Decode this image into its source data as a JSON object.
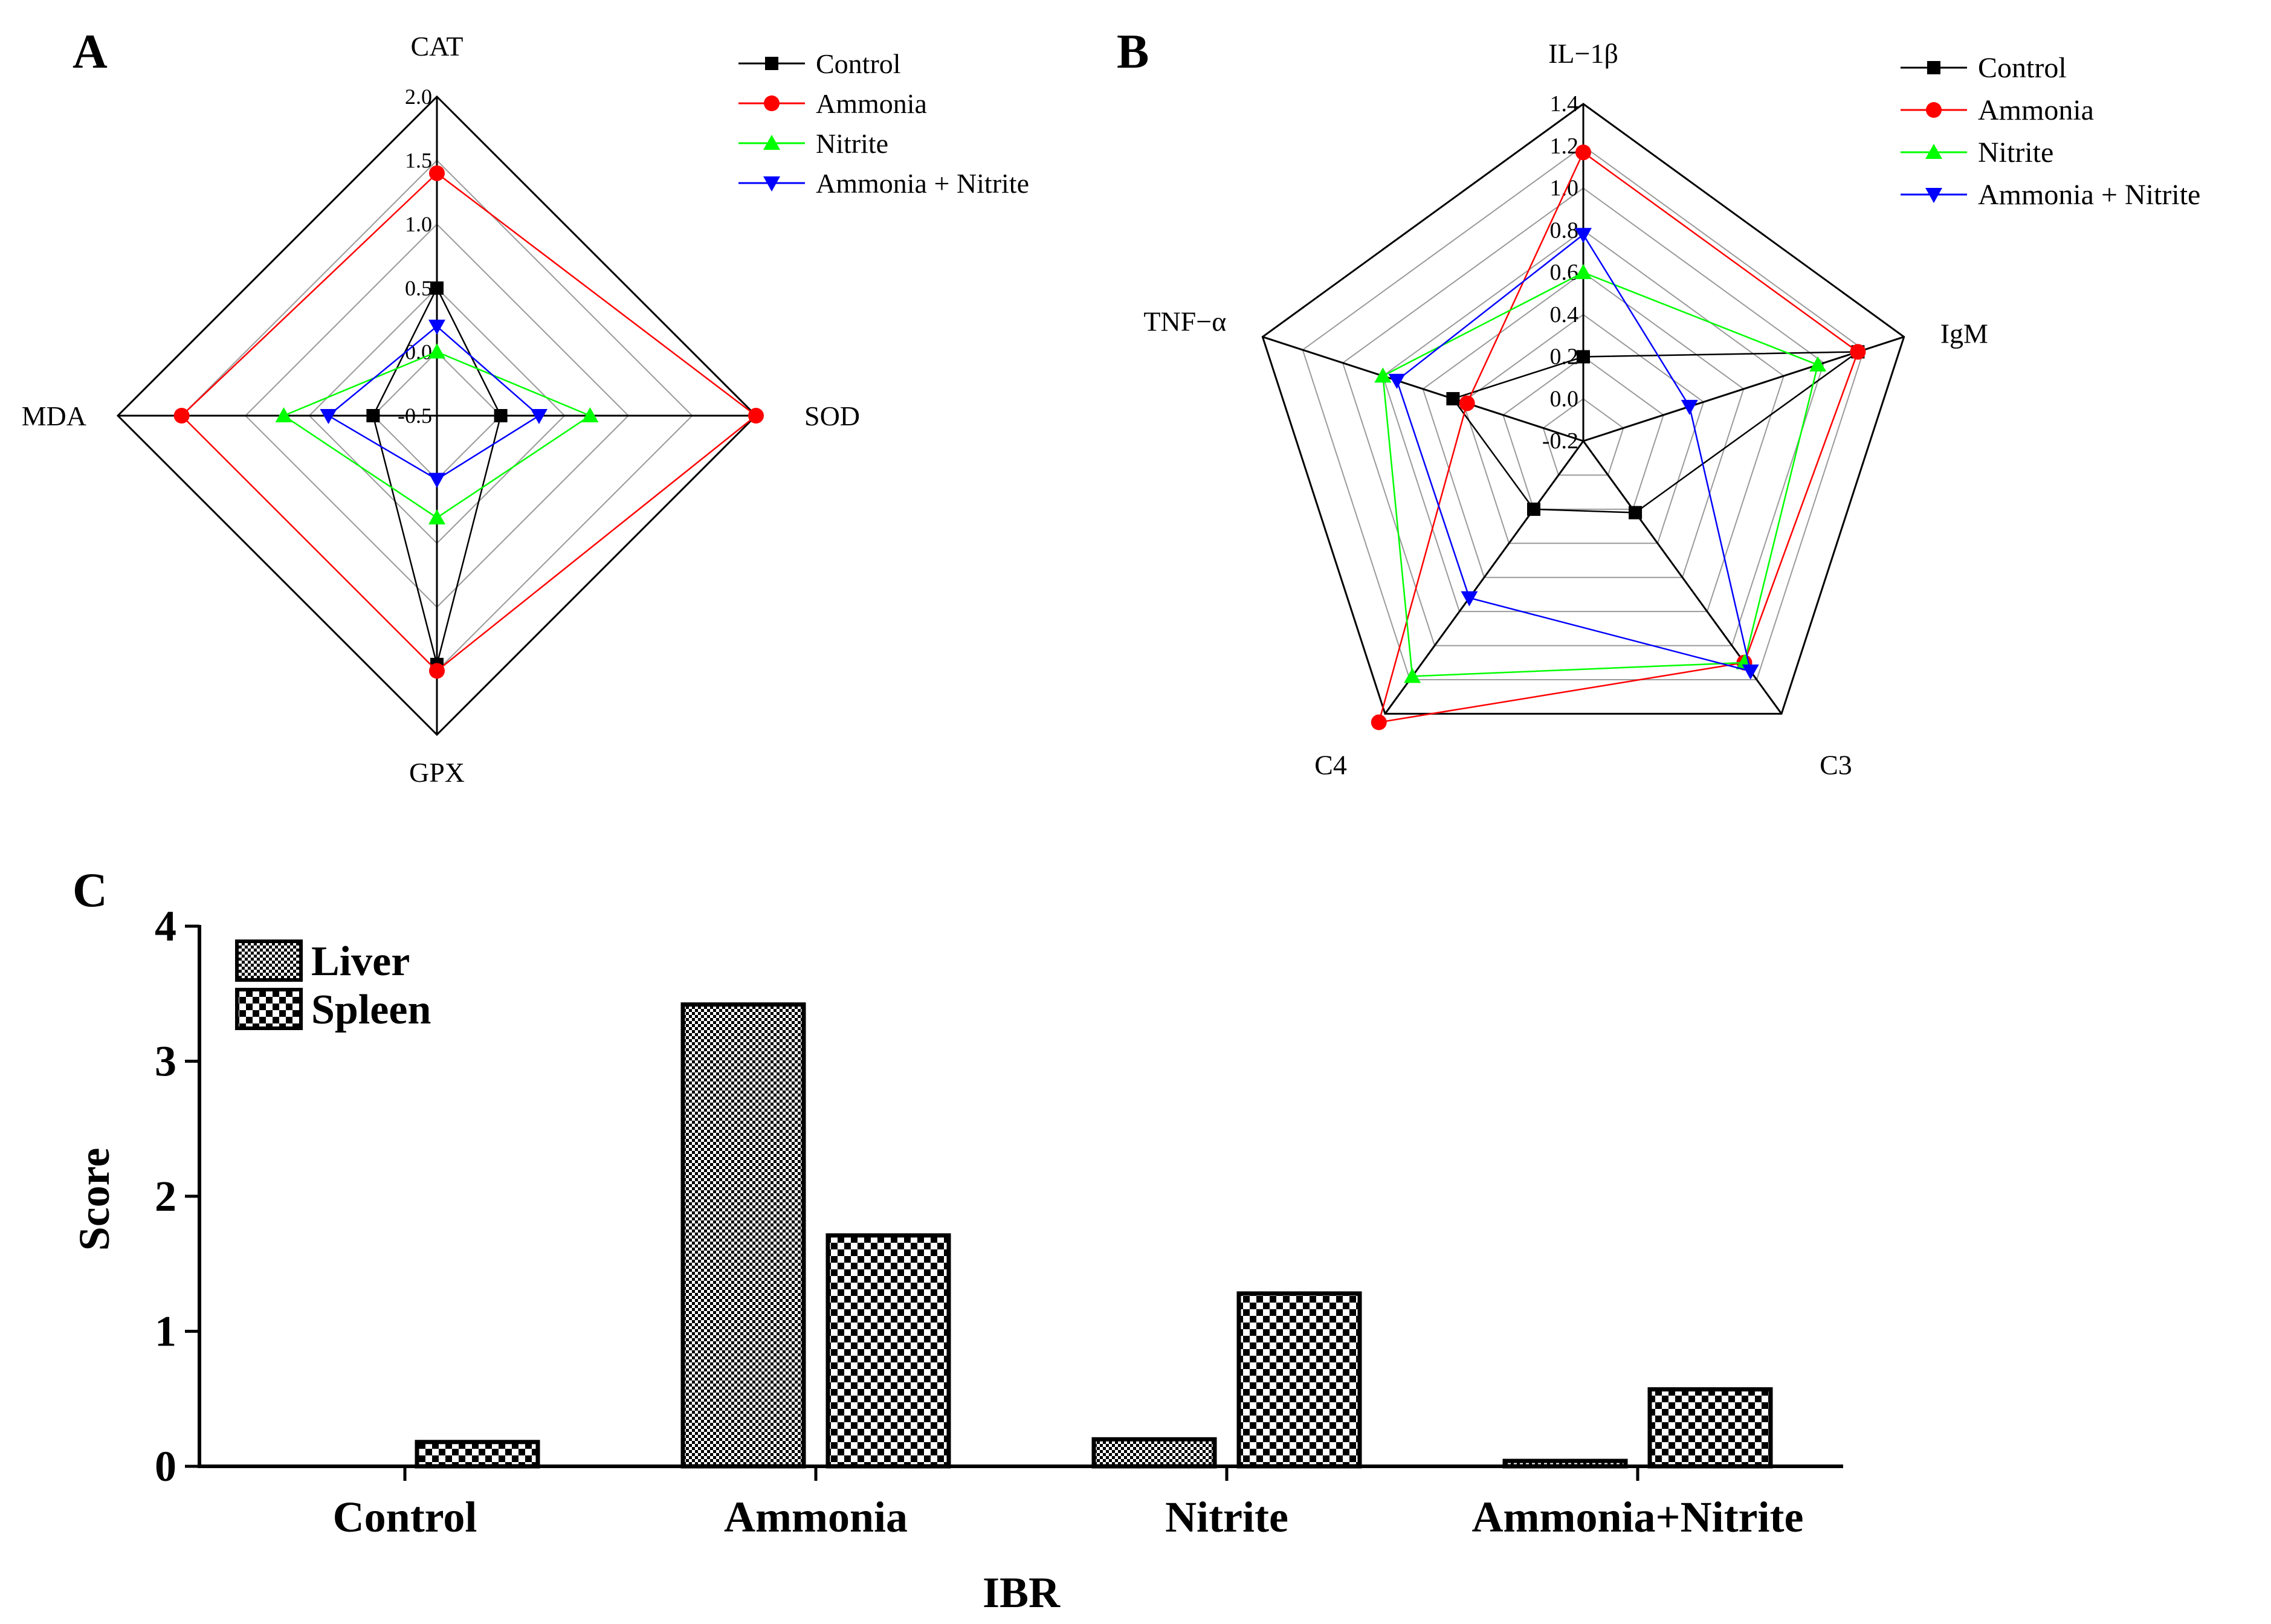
{
  "colors": {
    "Control": "#000000",
    "Ammonia": "#ff0000",
    "Nitrite": "#00ff00",
    "Ammonia + Nitrite": "#0000ff",
    "grid": "#9a9a9a",
    "axis": "#000000"
  },
  "chart_data": [
    {
      "panel": "A",
      "type": "radar",
      "axes": [
        "CAT",
        "SOD",
        "GPX",
        "MDA"
      ],
      "rlim": [
        -0.5,
        2.0
      ],
      "ticks": [
        "2.0",
        "1.5",
        "1.0",
        "0.5",
        "0.0",
        "-0.5"
      ],
      "tick_values": [
        2.0,
        1.5,
        1.0,
        0.5,
        0.0,
        -0.5
      ],
      "grid": true,
      "legend_position": "top-right",
      "series": [
        {
          "name": "Control",
          "marker": "square",
          "values": [
            0.5,
            0.0,
            1.45,
            0.0
          ]
        },
        {
          "name": "Ammonia",
          "marker": "circle",
          "values": [
            1.4,
            2.0,
            1.5,
            1.5
          ]
        },
        {
          "name": "Nitrite",
          "marker": "triangle-up",
          "values": [
            0.0,
            0.7,
            0.3,
            0.7
          ]
        },
        {
          "name": "Ammonia + Nitrite",
          "marker": "triangle-down",
          "values": [
            0.2,
            0.3,
            0.0,
            0.35
          ]
        }
      ]
    },
    {
      "panel": "B",
      "type": "radar",
      "axes": [
        "IL−1β",
        "IgM",
        "C3",
        "C4",
        "TNF−α"
      ],
      "rlim": [
        -0.2,
        1.4
      ],
      "ticks": [
        "1.4",
        "1.2",
        "1.0",
        "0.8",
        "0.6",
        "0.4",
        "0.2",
        "0.0",
        "-0.2"
      ],
      "tick_values": [
        1.4,
        1.2,
        1.0,
        0.8,
        0.6,
        0.4,
        0.2,
        0.0,
        -0.2
      ],
      "grid": true,
      "legend_position": "top-right",
      "series": [
        {
          "name": "Control",
          "marker": "square",
          "values": [
            0.2,
            1.17,
            0.22,
            0.2,
            0.45
          ]
        },
        {
          "name": "Ammonia",
          "marker": "circle",
          "values": [
            1.17,
            1.17,
            1.1,
            1.45,
            0.38
          ]
        },
        {
          "name": "Nitrite",
          "marker": "triangle-up",
          "values": [
            0.6,
            0.97,
            1.1,
            1.18,
            0.8
          ]
        },
        {
          "name": "Ammonia + Nitrite",
          "marker": "triangle-down",
          "values": [
            0.78,
            0.33,
            1.15,
            0.72,
            0.73
          ]
        }
      ]
    },
    {
      "panel": "C",
      "type": "bar",
      "categories": [
        "Control",
        "Ammonia",
        "Nitrite",
        "Ammonia+Nitrite"
      ],
      "series": [
        {
          "name": "Liver",
          "pattern": "fine-checker",
          "values": [
            0.0,
            3.42,
            0.2,
            0.04
          ]
        },
        {
          "name": "Spleen",
          "pattern": "coarse-checker",
          "values": [
            0.18,
            1.71,
            1.28,
            0.57
          ]
        }
      ],
      "xlabel": "IBR",
      "ylabel": "Score",
      "ylim": [
        0,
        4
      ],
      "yticks": [
        "0",
        "1",
        "2",
        "3",
        "4"
      ],
      "legend_position": "top-left",
      "grid": false
    }
  ]
}
